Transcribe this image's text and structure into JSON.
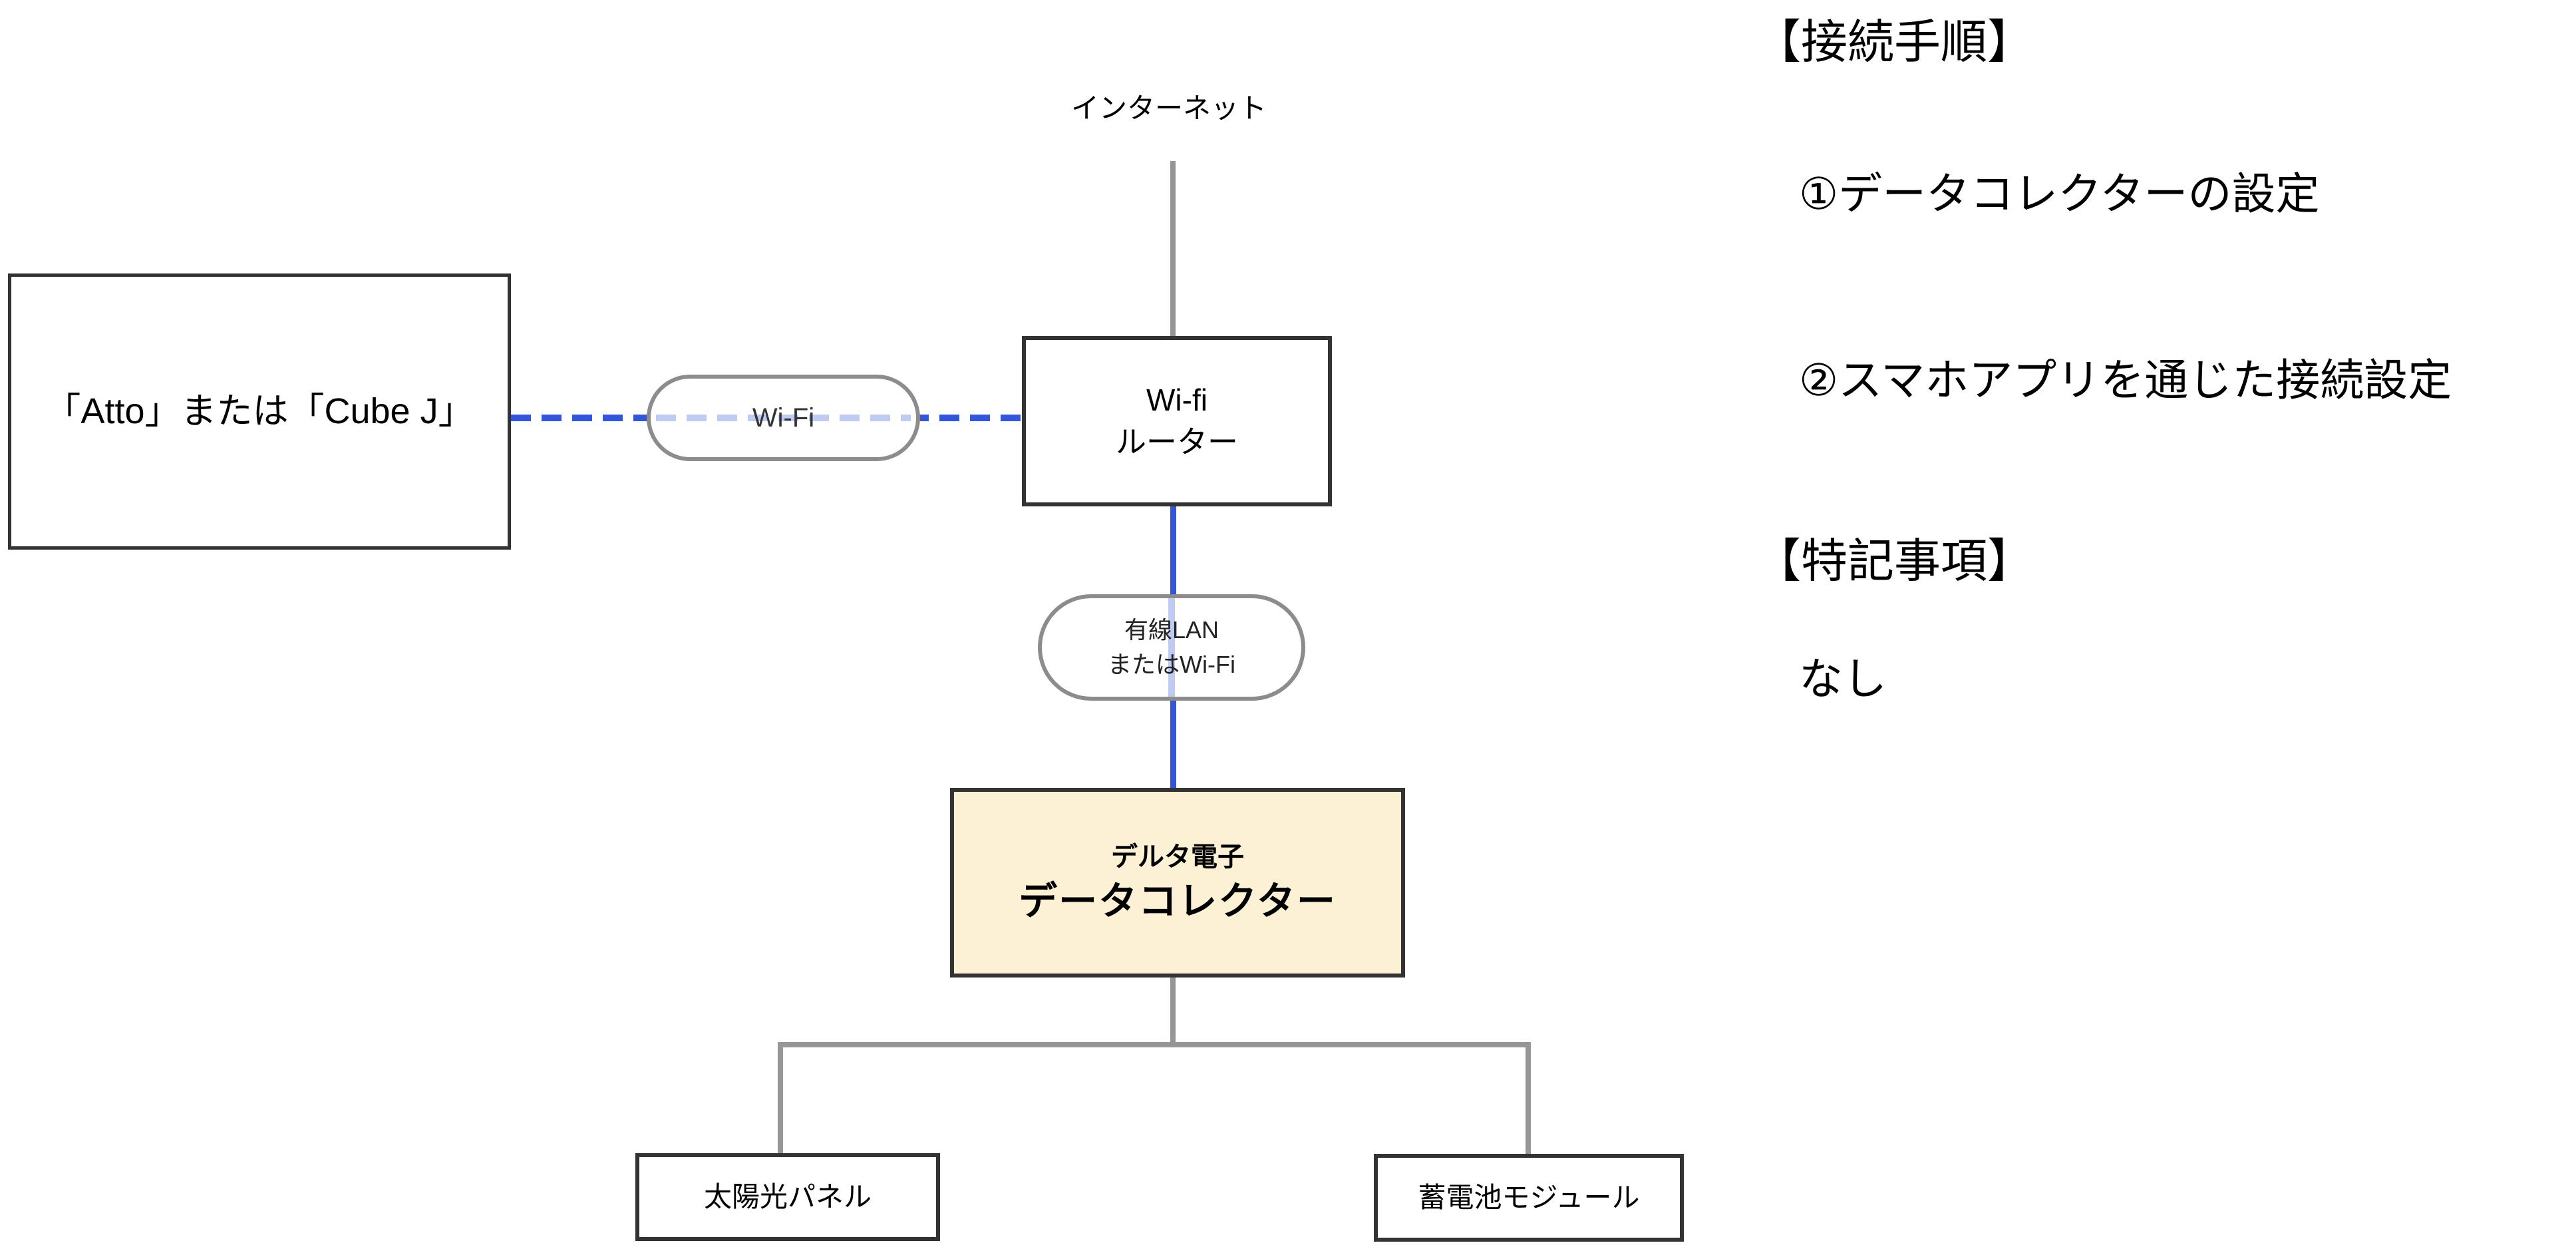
{
  "diagram": {
    "internet_label": "インターネット",
    "left_device_label": "「Atto」または「Cube J」",
    "wifi_link_label": "Wi-Fi",
    "router_line1": "Wi-fi",
    "router_line2": "ルーター",
    "lan_link_line1": "有線LAN",
    "lan_link_line2": "またはWi-Fi",
    "collector_line1": "デルタ電子",
    "collector_line2": "データコレクター",
    "solar_label": "太陽光パネル",
    "battery_label": "蓄電池モジュール"
  },
  "notes": {
    "procedure_heading": "【接続手順】",
    "procedure_step1": "①データコレクターの設定",
    "procedure_step2": "②スマホアプリを通じた接続設定",
    "special_heading": "【特記事項】",
    "special_body": "なし"
  },
  "colors": {
    "accent_blue": "#3355DC",
    "light_blue": "#BFCBF2",
    "connector_gray": "#969696",
    "pill_border_gray": "#8C8C8C",
    "box_border_dark": "#333333",
    "collector_fill": "#FCF0D5"
  }
}
